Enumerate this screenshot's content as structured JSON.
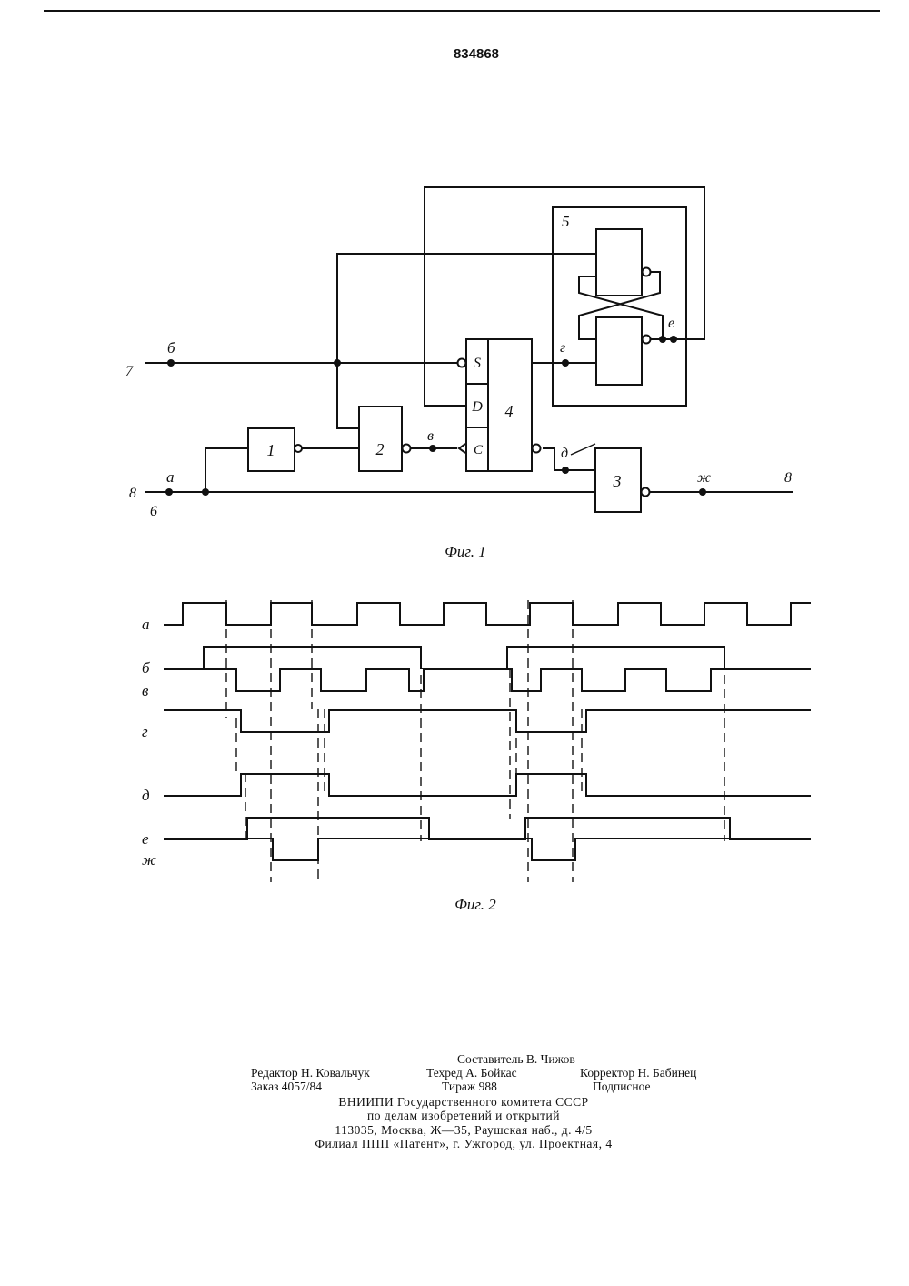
{
  "header": {
    "patent_number": "834868"
  },
  "fig1": {
    "caption": "Фиг. 1",
    "blocks": [
      "1",
      "2",
      "3",
      "4",
      "5"
    ],
    "pins": {
      "s": "S",
      "d": "D",
      "c": "C"
    },
    "terminals": {
      "left_b": "7",
      "left_a": "8",
      "left_a2": "6",
      "right_out": "8"
    },
    "nodes": {
      "a": "а",
      "b": "б",
      "v": "в",
      "g": "г",
      "d": "д",
      "e": "е",
      "zh": "ж"
    }
  },
  "fig2": {
    "caption": "Фиг. 2",
    "signals": [
      {
        "label": "а",
        "levels": [
          0,
          1,
          0,
          1,
          0,
          1,
          0,
          1,
          0,
          1,
          0,
          1,
          0,
          1,
          0,
          1
        ]
      },
      {
        "label": "б",
        "levels": [
          0,
          1,
          0,
          1,
          0
        ]
      },
      {
        "label": "в",
        "levels": [
          1,
          0,
          1,
          0,
          1,
          0,
          1,
          0,
          1,
          0,
          1,
          0,
          1,
          0,
          1,
          0,
          1
        ]
      },
      {
        "label": "г",
        "levels": [
          1,
          0,
          1,
          0,
          1
        ]
      },
      {
        "label": "д",
        "levels": [
          0,
          1,
          0,
          1,
          0
        ]
      },
      {
        "label": "е",
        "levels": [
          0,
          1,
          0,
          1,
          0
        ]
      },
      {
        "label": "ж",
        "levels": [
          1,
          0,
          1,
          0,
          1
        ]
      }
    ]
  },
  "imprint": {
    "composer": "Составитель В. Чижов",
    "editor": "Редактор Н. Ковальчук",
    "techred": "Техред А. Бойкас",
    "corrector": "Корректор Н. Бабинец",
    "order": "Заказ 4057/84",
    "circulation": "Тираж 988",
    "subscription": "Подписное",
    "org1": "ВНИИПИ Государственного комитета СССР",
    "org2": "по делам изобретений и открытий",
    "address": "113035, Москва, Ж—35, Раушская наб., д. 4/5",
    "branch": "Филиал ППП «Патент», г. Ужгород, ул. Проектная, 4"
  }
}
